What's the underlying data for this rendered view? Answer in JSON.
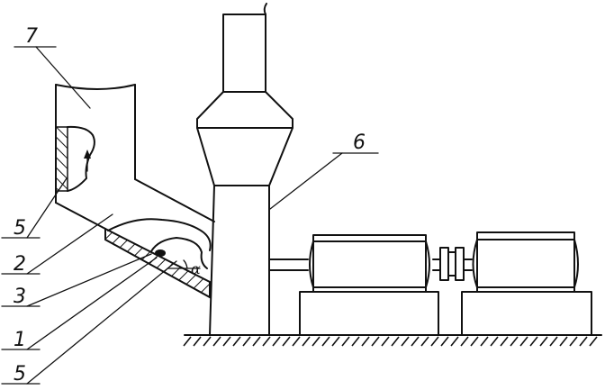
{
  "labels": {
    "l7": "7",
    "l6": "6",
    "l5_top": "5",
    "l2": "2",
    "l3": "3",
    "l1": "1",
    "l5_bottom": "5",
    "alpha": "α"
  },
  "colors": {
    "ink": "#111111",
    "paper": "#ffffff"
  }
}
